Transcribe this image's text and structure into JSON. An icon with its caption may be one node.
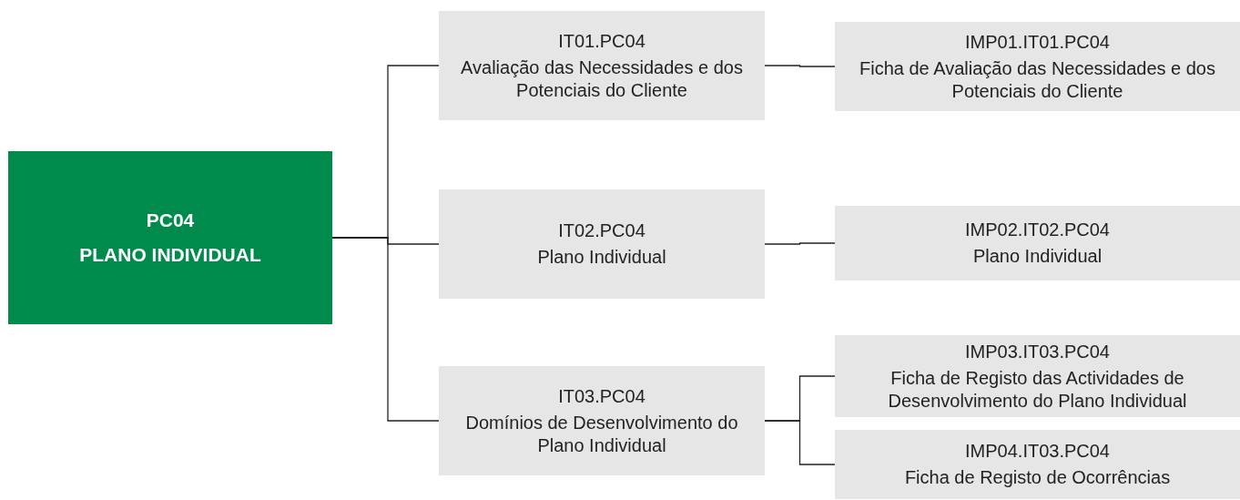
{
  "diagram": {
    "nodes": [
      {
        "text": [
          "PC04",
          "PLANO INDIVIDUAL"
        ]
      },
      {
        "text": [
          "IT01.PC04",
          "Avaliação das Necessidades e dos Potenciais do Cliente"
        ]
      },
      {
        "text": [
          "IT02.PC04",
          "Plano Individual"
        ]
      },
      {
        "text": [
          "IT03.PC04",
          "Domínios de Desenvolvimento do Plano Individual"
        ]
      },
      {
        "text": [
          "IMP01.IT01.PC04",
          "Ficha de Avaliação das Necessidades e dos Potenciais do Cliente"
        ]
      },
      {
        "text": [
          "IMP02.IT02.PC04",
          "Plano Individual"
        ]
      },
      {
        "text": [
          "IMP03.IT03.PC04",
          "Ficha de Registo das Actividades de Desenvolvimento do Plano Individual"
        ]
      },
      {
        "text": [
          "IMP04.IT03.PC04",
          "Ficha de Registo de Ocorrências"
        ]
      }
    ],
    "edges": [
      {
        "from": 0,
        "to": 1,
        "arrow": "none"
      },
      {
        "from": 0,
        "to": 2,
        "arrow": "none"
      },
      {
        "from": 0,
        "to": 3,
        "arrow": "none"
      },
      {
        "from": 1,
        "to": 4,
        "arrow": "none"
      },
      {
        "from": 2,
        "to": 5,
        "arrow": "none"
      },
      {
        "from": 3,
        "to": 6,
        "arrow": "none"
      },
      {
        "from": 3,
        "to": 7,
        "arrow": "none"
      }
    ]
  }
}
